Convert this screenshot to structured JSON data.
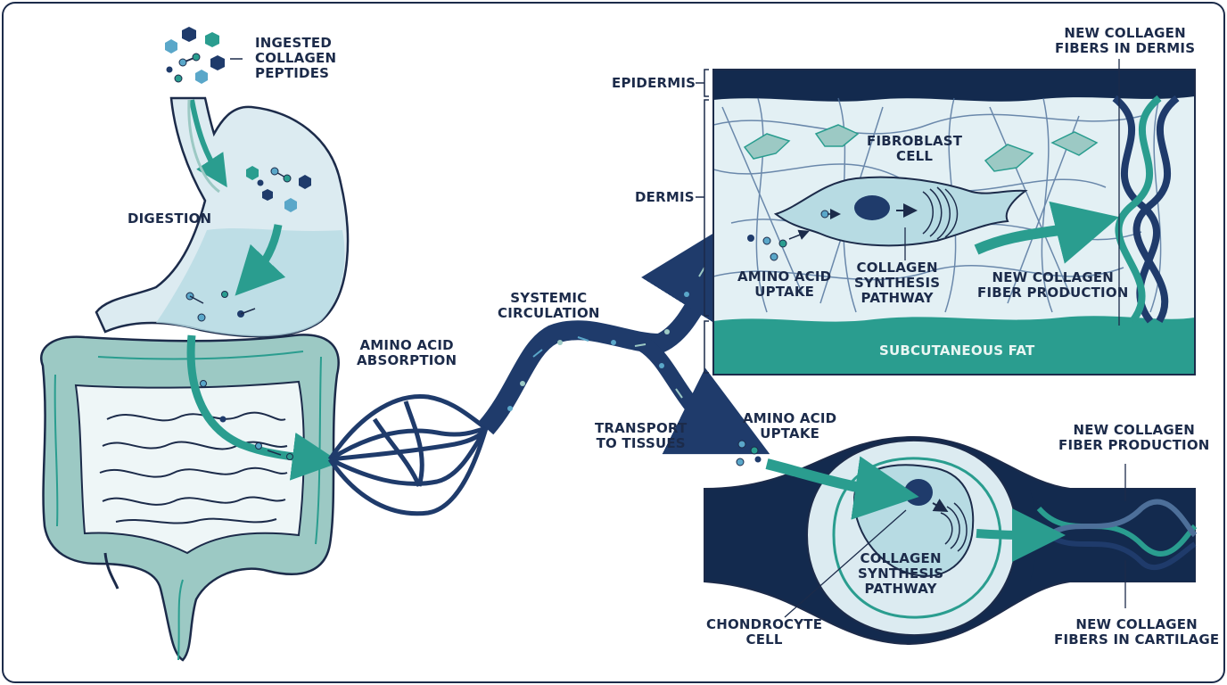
{
  "colors": {
    "navy": "#1f3b6b",
    "dark_navy": "#132a4e",
    "teal": "#2a9d8f",
    "light_teal": "#9cc9c4",
    "pale": "#dcebf1",
    "outline": "#1c2b4a"
  },
  "labels": {
    "ingested": [
      "INGESTED",
      "COLLAGEN",
      "PEPTIDES"
    ],
    "digestion": [
      "DIGESTION"
    ],
    "absorption": [
      "AMINO ACID",
      "ABSORPTION"
    ],
    "circulation": [
      "SYSTEMIC",
      "CIRCULATION"
    ],
    "transport": [
      "TRANSPORT",
      "TO TISSUES"
    ],
    "epidermis": [
      "EPIDERMIS"
    ],
    "dermis": [
      "DERMIS"
    ],
    "fibroblast": [
      "FIBROBLAST",
      "CELL"
    ],
    "skin_uptake": [
      "AMINO ACID",
      "UPTAKE"
    ],
    "skin_synthesis": [
      "COLLAGEN",
      "SYNTHESIS",
      "PATHWAY"
    ],
    "skin_production": [
      "NEW COLLAGEN",
      "FIBER PRODUCTION"
    ],
    "skin_fibers": [
      "NEW COLLAGEN",
      "FIBERS IN DERMIS"
    ],
    "subcutaneous": [
      "SUBCUTANEOUS FAT"
    ],
    "cart_uptake": [
      "AMINO ACID",
      "UPTAKE"
    ],
    "cart_production": [
      "NEW COLLAGEN",
      "FIBER PRODUCTION"
    ],
    "cart_synthesis": [
      "COLLAGEN",
      "SYNTHESIS",
      "PATHWAY"
    ],
    "chondrocyte": [
      "CHONDROCYTE",
      "CELL"
    ],
    "cart_fibers": [
      "NEW COLLAGEN",
      "FIBERS IN CARTILAGE"
    ]
  }
}
